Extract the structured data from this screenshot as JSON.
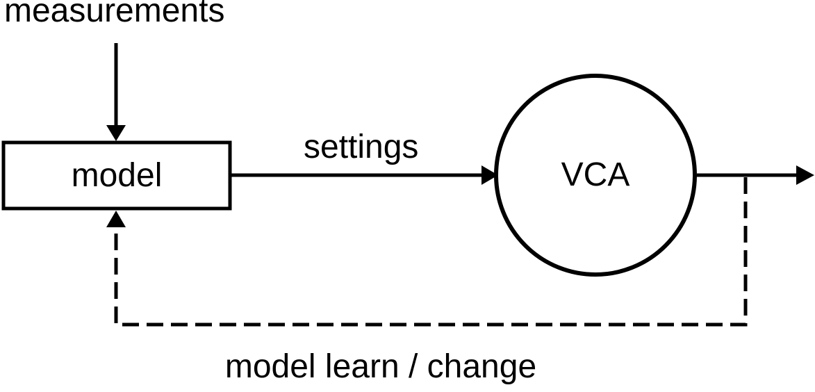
{
  "diagram": {
    "type": "block-diagram",
    "background_color": "#ffffff",
    "stroke_color": "#000000",
    "labels": {
      "measurements": "measurements",
      "settings": "settings",
      "feedback": "model learn / change"
    },
    "nodes": {
      "model": {
        "label": "model",
        "shape": "rectangle"
      },
      "vca": {
        "label": "VCA",
        "shape": "circle"
      }
    },
    "edges": [
      {
        "from": "measurements-input",
        "to": "model",
        "style": "solid",
        "arrow": "down"
      },
      {
        "from": "model",
        "to": "vca",
        "label": "settings",
        "style": "solid",
        "arrow": "right"
      },
      {
        "from": "vca",
        "to": "output",
        "style": "solid",
        "arrow": "right"
      },
      {
        "from": "output-branch",
        "to": "model",
        "label": "model learn / change",
        "style": "dashed",
        "arrow": "up"
      }
    ]
  }
}
